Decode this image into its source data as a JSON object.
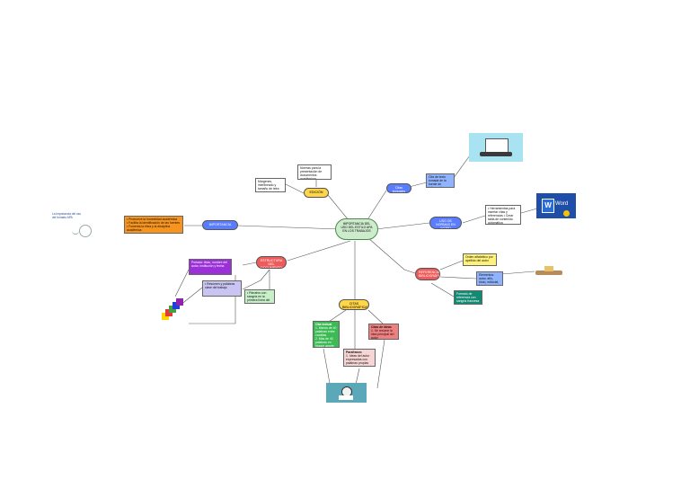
{
  "center": {
    "label": "IMPORTANCIA DEL USO DEL ESTILO APA EN LOS TRABAJOS"
  },
  "intro": {
    "label": "La importancia del uso del formato APA"
  },
  "importancia": {
    "label": "IMPORTANCIA",
    "items": [
      "• Promueve la honestidad académica",
      "• Facilita la identificación de las fuentes",
      "• Fomenta la ética y la disciplina académica"
    ]
  },
  "estructura": {
    "label": "ESTRUCTURA DEL DOCUMENTO",
    "purple_text": "Portada: título, nombre del autor, institución y fecha",
    "lavender_text": "• Resumen y palabras clave del trabajo",
    "green_text": "• Párrafos con sangría en la primera línea del texto"
  },
  "edicion": {
    "label": "EDICIÓN",
    "note1": "Normas para la presentación de documentos académicos",
    "note2": "Márgenes, interlineado y tamaño de letra en el documento"
  },
  "citas_textuales": {
    "label": "Citas textuales",
    "box": "Cita de texto tomada de la fuente de información"
  },
  "uso_word": {
    "label": "USO DE NORMAS EN WORD",
    "box": "• Herramientas para insertar citas y referencias • Crear tabla de contenido automática",
    "word_label": "Word"
  },
  "referencias": {
    "label": "REFERENCIAS BIBLIOGRÁFICAS",
    "yellow": "Orden alfabético por apellido del autor",
    "blue": "Elementos: autor, año, título, editorial, fuente",
    "teal": "Formato de referencia con sangría francesa"
  },
  "citas": {
    "label": "CITAS BIBLIOGRÁFICAS",
    "textual": {
      "title": "Cita textual",
      "items": [
        "1. Menos de 40 palabras entre comillas",
        "2. Más de 40 palabras en bloque aparte"
      ]
    },
    "parafraseo": {
      "title": "Parafraseo",
      "items": [
        "1. Ideas del autor expresadas con palabras propias"
      ]
    },
    "ideas": {
      "title": "Citas de ideas",
      "items": [
        "1. Se resume la idea principal del autor"
      ]
    }
  },
  "colors": {
    "orange": "#f7941d",
    "purple": "#7b3fe4",
    "violet": "#9b30d9",
    "lavender": "#c9c4f2",
    "mint": "#c8f0c8",
    "yellow": "#fff27a",
    "blue": "#8fb3ff",
    "teal": "#138a72",
    "green": "#3cba54",
    "red": "#f08080",
    "pink": "#f7d5d5",
    "pill_blue": "#5a7dff",
    "pill_red": "#ee5b5b",
    "pill_yellow": "#ffd54a",
    "center_green": "#cdeccc"
  }
}
